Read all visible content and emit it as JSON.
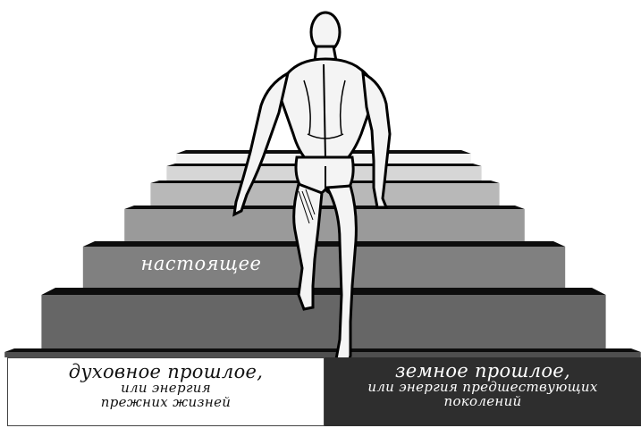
{
  "labels": {
    "present": "настоящее",
    "spiritual_title": "духовное прошлое,",
    "spiritual_line2": "или энергия",
    "spiritual_line3": "прежних жизней",
    "earthly_title": "земное прошлое,",
    "earthly_line2": "или энергия предшествующих",
    "earthly_line3": "поколений"
  },
  "colors": {
    "riser_black": "#0d0d0d",
    "figure_fill": "#f4f4f4",
    "figure_stroke": "#000000",
    "earthly_box": "#2e2e2e",
    "spiritual_box": "#ffffff"
  },
  "steps": [
    {
      "tread_color": "#f2f2f2"
    },
    {
      "tread_color": "#d6d6d6"
    },
    {
      "tread_color": "#b8b8b8"
    },
    {
      "tread_color": "#9a9a9a"
    },
    {
      "tread_color": "#808080"
    },
    {
      "tread_color": "#666666"
    },
    {
      "tread_color": "#4f4f4f"
    }
  ],
  "figure": {
    "icon": "walking-man-icon"
  }
}
